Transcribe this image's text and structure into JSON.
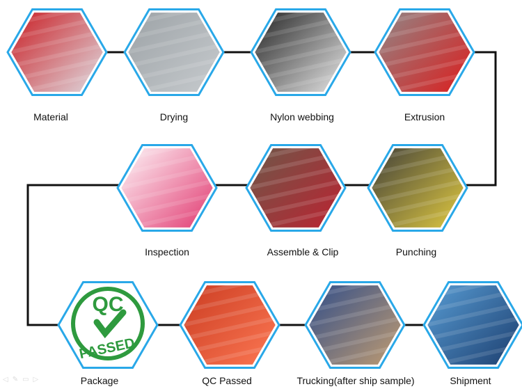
{
  "steps": [
    {
      "id": "material",
      "label": "Material",
      "icon": "plastic-pellets-photo",
      "colors": [
        "#c8141a",
        "#e0e6ec"
      ]
    },
    {
      "id": "drying",
      "label": "Drying",
      "icon": "drying-machine-photo",
      "colors": [
        "#9aa0a4",
        "#c9cdd0"
      ]
    },
    {
      "id": "nylon-webbing",
      "label": "Nylon webbing",
      "icon": "webbing-roll-photo",
      "colors": [
        "#1a1a1a",
        "#f2f2f2"
      ]
    },
    {
      "id": "extrusion",
      "label": "Extrusion",
      "icon": "extrusion-photo",
      "colors": [
        "#8c8c8c",
        "#e01818"
      ]
    },
    {
      "id": "punching",
      "label": "Punching",
      "icon": "punching-machine-photo",
      "colors": [
        "#3a3a3a",
        "#e8d040"
      ]
    },
    {
      "id": "assemble-clip",
      "label": "Assemble & Clip",
      "icon": "assembly-photo",
      "colors": [
        "#6a5a4a",
        "#c02030"
      ]
    },
    {
      "id": "inspection",
      "label": "Inspection",
      "icon": "leashes-photo",
      "colors": [
        "#ffffff",
        "#e0306a"
      ]
    },
    {
      "id": "package",
      "label": "Package",
      "icon": "qc-passed-stamp",
      "stamp_text": [
        "QC",
        "PASSED"
      ],
      "colors": [
        "#ffffff",
        "#2e9a3e"
      ]
    },
    {
      "id": "qc-passed",
      "label": "QC Passed",
      "icon": "orange-cords-photo",
      "colors": [
        "#c83a20",
        "#ff7a55"
      ]
    },
    {
      "id": "trucking",
      "label": "Trucking(after ship sample)",
      "icon": "truck-loading-photo",
      "colors": [
        "#2a4a8a",
        "#c8a070"
      ]
    },
    {
      "id": "shipment",
      "label": "Shipment",
      "icon": "cargo-ship-photo",
      "colors": [
        "#5aa0d8",
        "#1a3a6a"
      ]
    }
  ],
  "theme": {
    "hex_border": "#29a8e8",
    "connector": "#111111"
  }
}
